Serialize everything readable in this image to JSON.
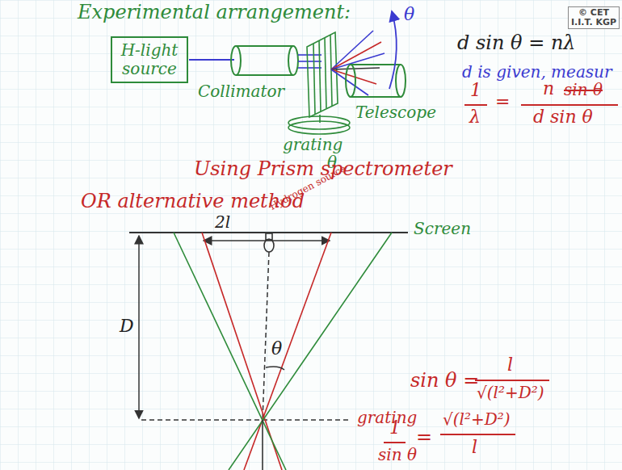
{
  "diagram": {
    "title": "Experimental arrangement:",
    "nodes": [
      {
        "text": [
          "H-light source"
        ]
      }
    ],
    "labels": [
      "© CET I.I.T. KGP",
      "θ",
      "Collimator",
      "Telescope",
      "grating",
      "θ",
      "d sin θ = nλ",
      "d is given, measur",
      "1",
      "λ",
      "=",
      "n",
      "sin θ",
      "d sin θ",
      "Using Prism spectrometer",
      "OR alternative method",
      "2l",
      "Hydrogen source",
      "Screen",
      "D",
      "θ",
      "grating",
      "sin θ =",
      "l",
      "√(l²+D²)",
      "1",
      "sin θ",
      "=",
      "√(l²+D²)",
      "l"
    ]
  }
}
